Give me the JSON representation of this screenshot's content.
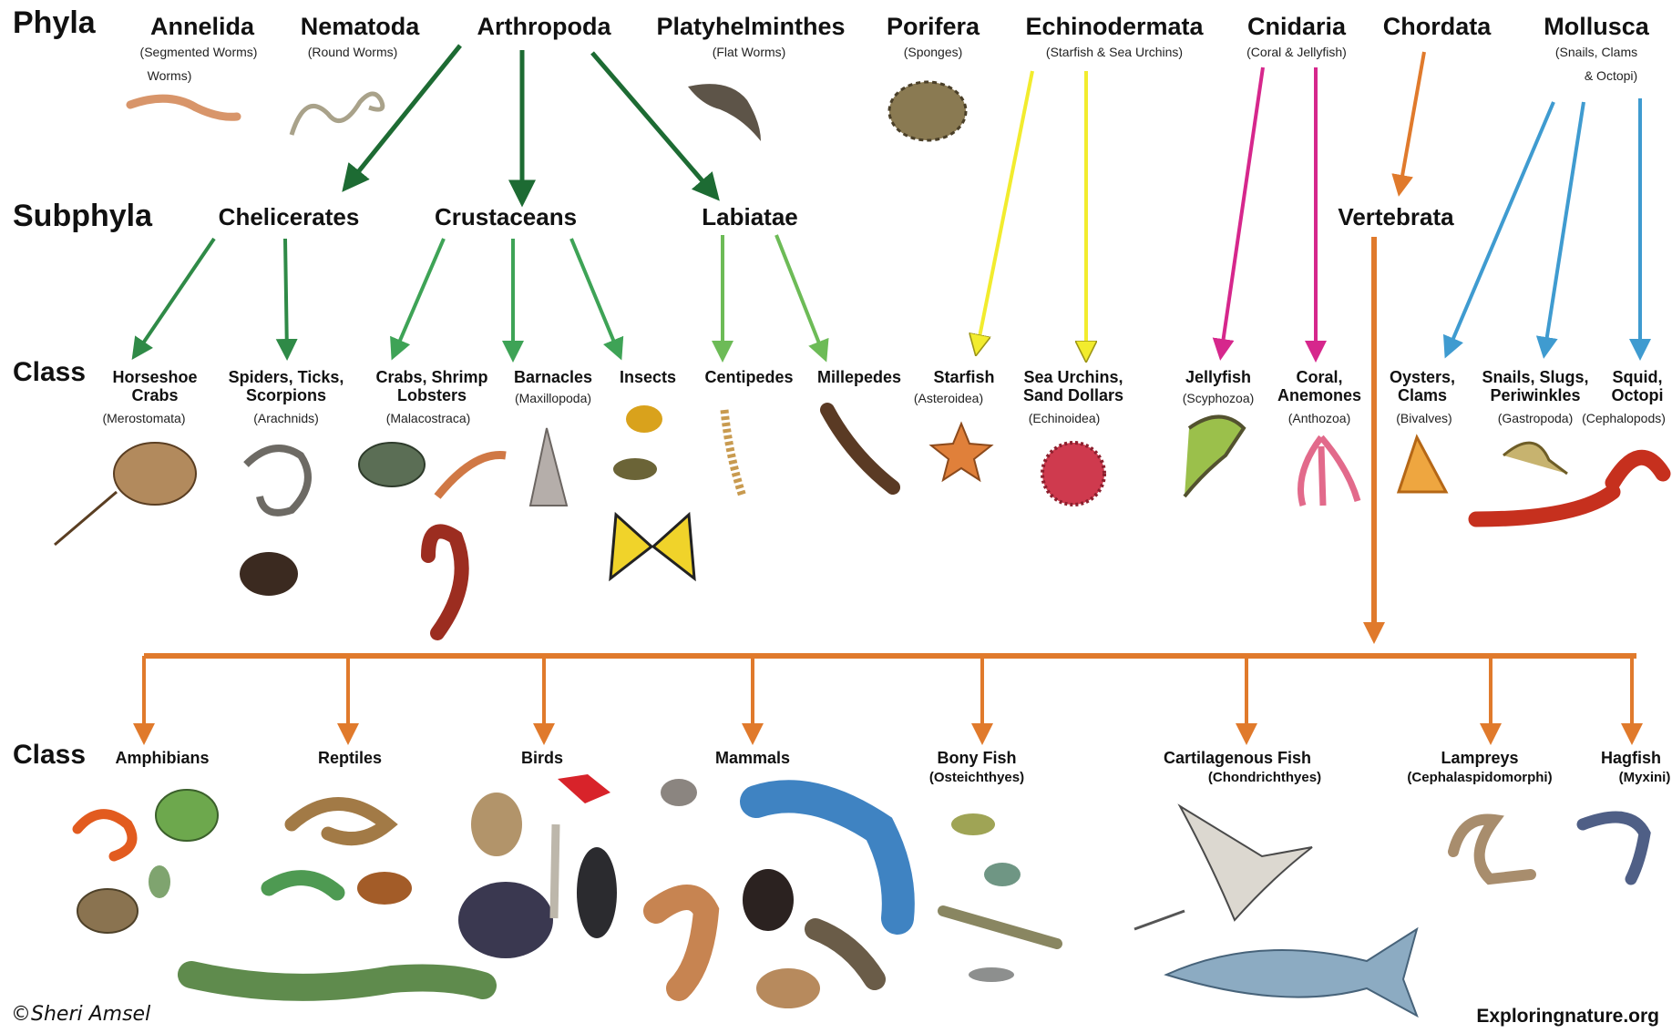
{
  "row_labels": {
    "phyla": "Phyla",
    "subphyla": "Subphyla",
    "class_inverts": "Class",
    "class_verts": "Class"
  },
  "phyla": [
    {
      "name": "Annelida",
      "common": "(Segmented  Worms)",
      "common2": "Worms)"
    },
    {
      "name": "Nematoda",
      "common": "(Round Worms)"
    },
    {
      "name": "Arthropoda"
    },
    {
      "name": "Platyhelminthes",
      "common": "(Flat Worms)"
    },
    {
      "name": "Porifera",
      "common": "(Sponges)"
    },
    {
      "name": "Echinodermata",
      "common": "(Starfish & Sea Urchins)"
    },
    {
      "name": "Cnidaria",
      "common": "(Coral & Jellyfish)"
    },
    {
      "name": "Chordata"
    },
    {
      "name": "Mollusca",
      "common": "(Snails, Clams",
      "common2": "& Octopi)"
    }
  ],
  "subphyla": [
    "Chelicerates",
    "Crustaceans",
    "Labiatae",
    "Vertebrata"
  ],
  "invert_classes": [
    {
      "l1": "Horseshoe",
      "l2": "Crabs",
      "sci": "(Merostomata)"
    },
    {
      "l1": "Spiders, Ticks,",
      "l2": "Scorpions",
      "sci": "(Arachnids)"
    },
    {
      "l1": "Crabs, Shrimp",
      "l2": "Lobsters",
      "sci": "(Malacostraca)"
    },
    {
      "l1": "Barnacles",
      "sci": "(Maxillopoda)"
    },
    {
      "l1": "Insects"
    },
    {
      "l1": "Centipedes"
    },
    {
      "l1": "Millepedes"
    },
    {
      "l1": "Starfish",
      "sci": "(Asteroidea)"
    },
    {
      "l1": "Sea Urchins,",
      "l2": "Sand Dollars",
      "sci": "(Echinoidea)"
    },
    {
      "l1": "Jellyfish",
      "sci": "(Scyphozoa)"
    },
    {
      "l1": "Coral,",
      "l2": "Anemones",
      "sci": "(Anthozoa)"
    },
    {
      "l1": "Oysters,",
      "l2": "Clams",
      "sci": "(Bivalves)"
    },
    {
      "l1": "Snails, Slugs,",
      "l2": "Periwinkles",
      "sci": "(Gastropoda)"
    },
    {
      "l1": "Squid,",
      "l2": "Octopi",
      "sci": "(Cephalopods)"
    }
  ],
  "vertebrate_classes": [
    {
      "l1": "Amphibians"
    },
    {
      "l1": "Reptiles"
    },
    {
      "l1": "Birds"
    },
    {
      "l1": "Mammals"
    },
    {
      "l1": "Bony Fish",
      "l2": "(Osteichthyes)"
    },
    {
      "l1": "Cartilagenous Fish",
      "l2": "(Chondrichthyes)"
    },
    {
      "l1": "Lampreys",
      "l2": "(Cephalaspidomorphi)"
    },
    {
      "l1": "Hagfish",
      "l2": "(Myxini)"
    }
  ],
  "credit": "©Sheri Amsel",
  "website": "Exploringnature.org",
  "colors": {
    "arthropoda_dark": "#1d6b33",
    "chelicerates": "#2f8a47",
    "crustaceans": "#3ea356",
    "labiatae": "#6dbb57",
    "echinodermata": "#f2ec2e",
    "cnidaria": "#d6278c",
    "chordata": "#e07a2c",
    "mollusca": "#3f9bd0"
  }
}
